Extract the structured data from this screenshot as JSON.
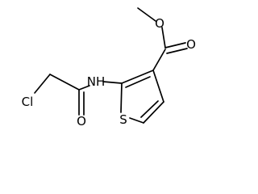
{
  "molecule": {
    "atoms": {
      "o_methoxy": "O",
      "o_carbonyl_ester": "O",
      "nh": "NH",
      "cl": "Cl",
      "o_amide": "O",
      "s": "S"
    }
  }
}
